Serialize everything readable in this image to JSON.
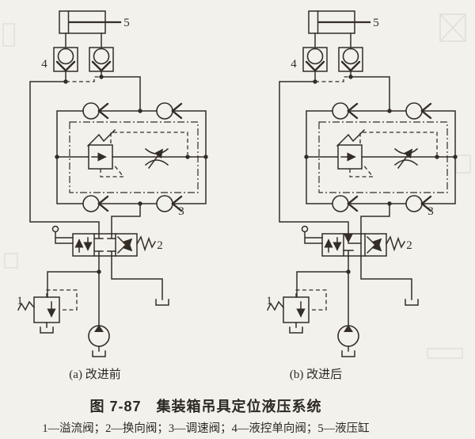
{
  "figure": {
    "panel_a_caption": "(a) 改进前",
    "panel_b_caption": "(b) 改进后",
    "title": "图 7-87　集装箱吊具定位液压系统",
    "legend": "1—溢流阀；2—换向阀；3—调速阀；4—液控单向阀；5—液压缸"
  },
  "component_labels": {
    "relief_valve": "1",
    "directional_valve": "2",
    "flow_control_valve": "3",
    "pilot_operated_check_valve": "4",
    "hydraulic_cylinder": "5"
  },
  "colors": {
    "ink": "#332d26",
    "paper": "#f3f1ec"
  }
}
